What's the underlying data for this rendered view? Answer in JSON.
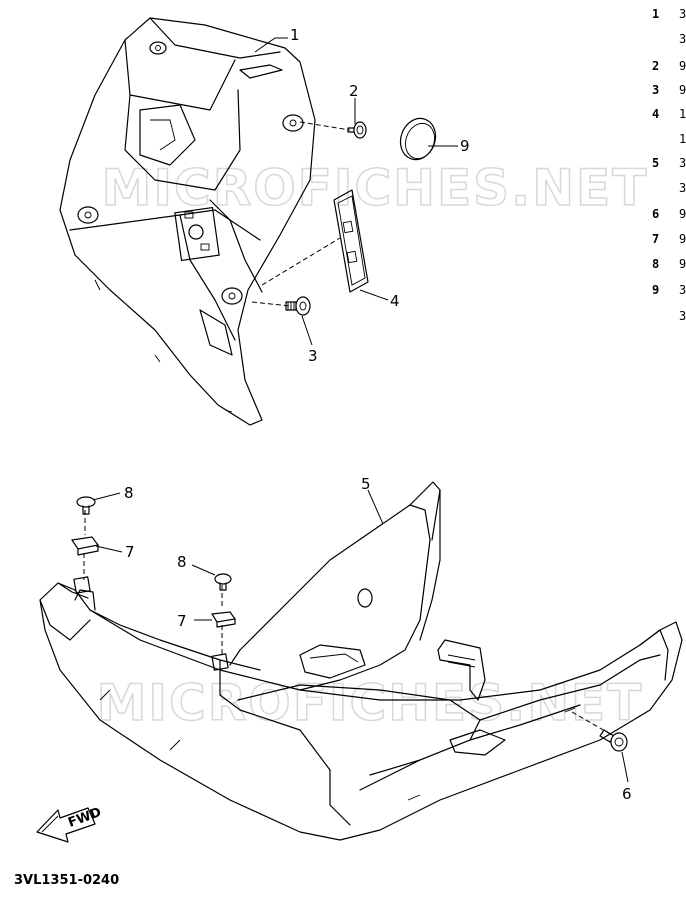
{
  "watermark": {
    "text": "MICROFICHES.NET",
    "color": "#d8d8d8"
  },
  "callouts": [
    "1",
    "2",
    "3",
    "4",
    "5",
    "6",
    "7",
    "8",
    "9",
    "8",
    "7"
  ],
  "reference_list": {
    "rows": [
      {
        "num": "1",
        "part": "3"
      },
      {
        "num": "",
        "part": "3"
      },
      {
        "num": "2",
        "part": "9"
      },
      {
        "num": "3",
        "part": "9"
      },
      {
        "num": "4",
        "part": "1"
      },
      {
        "num": "",
        "part": "1"
      },
      {
        "num": "5",
        "part": "3"
      },
      {
        "num": "",
        "part": "3"
      },
      {
        "num": "6",
        "part": "9"
      },
      {
        "num": "7",
        "part": "9"
      },
      {
        "num": "8",
        "part": "9"
      },
      {
        "num": "9",
        "part": "3"
      },
      {
        "num": "",
        "part": "3"
      }
    ]
  },
  "fwd_label": "FWD",
  "diagram_code": "3VL1351-0240"
}
